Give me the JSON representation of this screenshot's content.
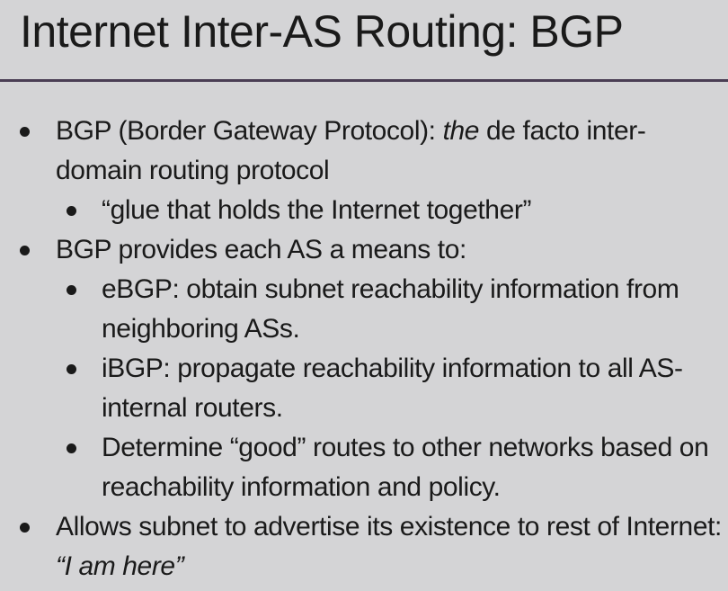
{
  "slide": {
    "title": "Internet Inter-AS Routing: BGP",
    "bullets": [
      {
        "parts": [
          "BGP (Border Gateway Protocol): ",
          "the",
          " de facto inter-domain routing protocol"
        ],
        "subs": [
          "“glue that holds the Internet together”"
        ]
      },
      {
        "text": "BGP provides each AS a means to:",
        "subs": [
          "eBGP: obtain subnet reachability information from neighboring ASs.",
          "iBGP: propagate reachability information to all AS-internal routers.",
          "Determine “good” routes to other networks based on reachability information and policy."
        ]
      },
      {
        "parts": [
          "Allows subnet to advertise its existence to rest of Internet: ",
          "“I am here”"
        ]
      }
    ]
  }
}
